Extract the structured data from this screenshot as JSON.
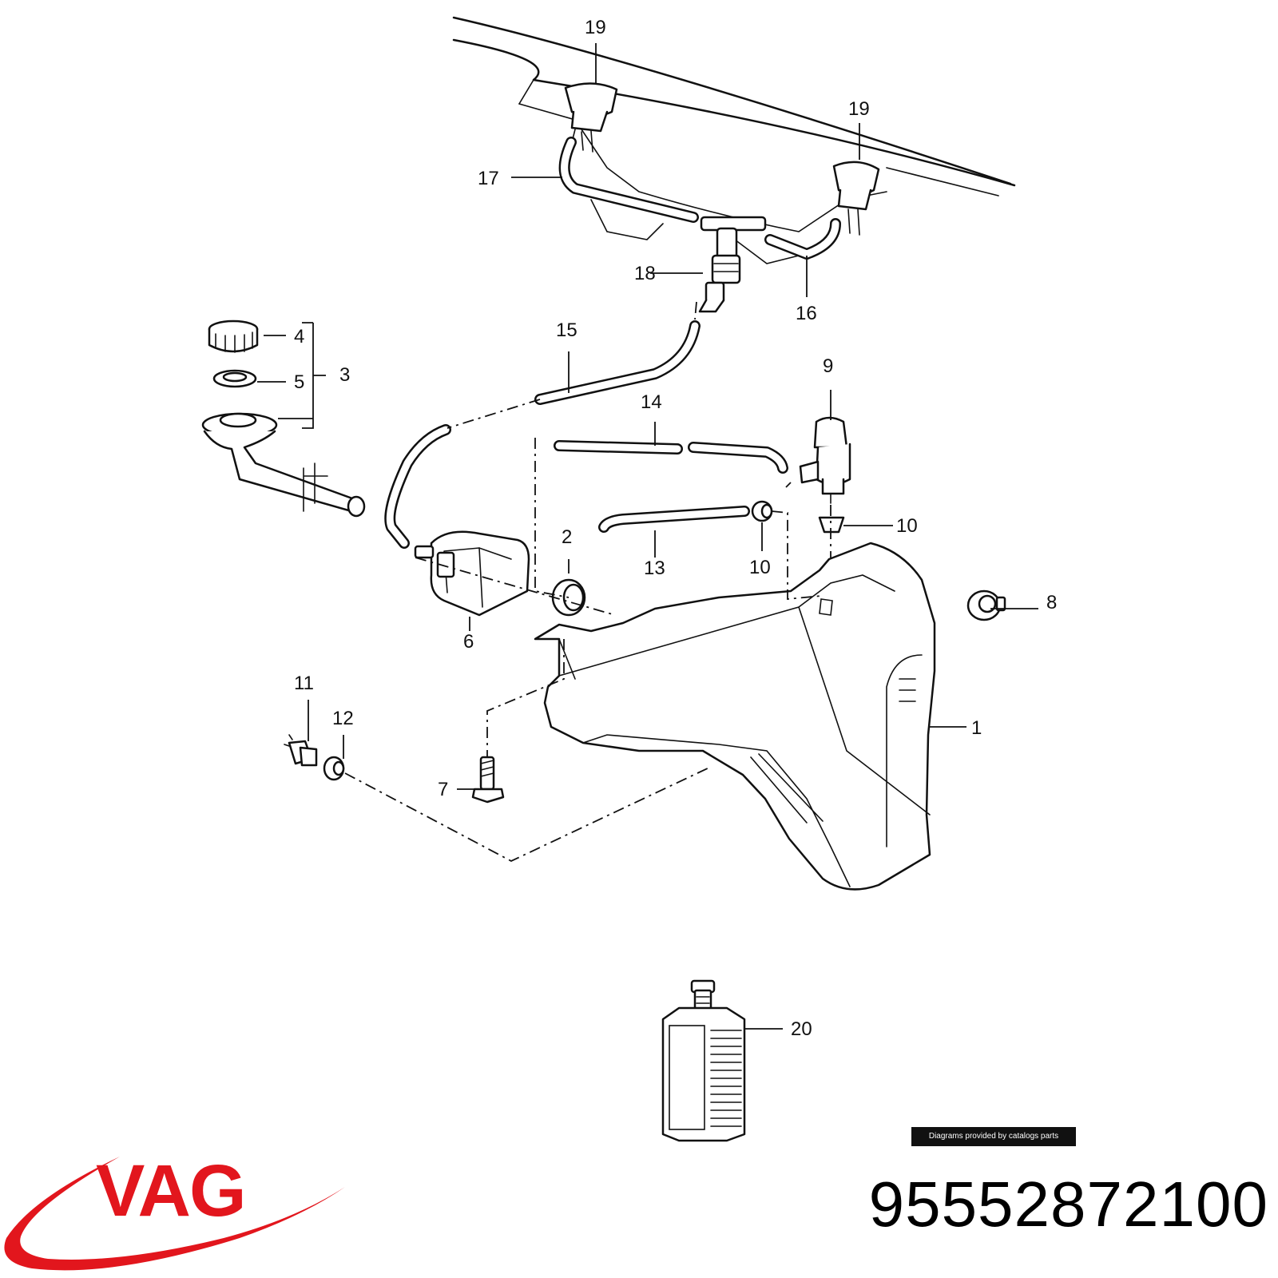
{
  "diagram": {
    "callouts": {
      "c1": "1",
      "c2": "2",
      "c3": "3",
      "c4": "4",
      "c5": "5",
      "c6": "6",
      "c7": "7",
      "c8": "8",
      "c9": "9",
      "c10a": "10",
      "c10b": "10",
      "c11": "11",
      "c12": "12",
      "c13": "13",
      "c14": "14",
      "c15": "15",
      "c16": "16",
      "c17": "17",
      "c18": "18",
      "c19a": "19",
      "c19b": "19",
      "c20": "20"
    },
    "credit": "Diagrams provided by catalogs parts"
  },
  "brand": {
    "name": "VAG",
    "color": "#e2161d"
  },
  "part_number": "95552872100"
}
